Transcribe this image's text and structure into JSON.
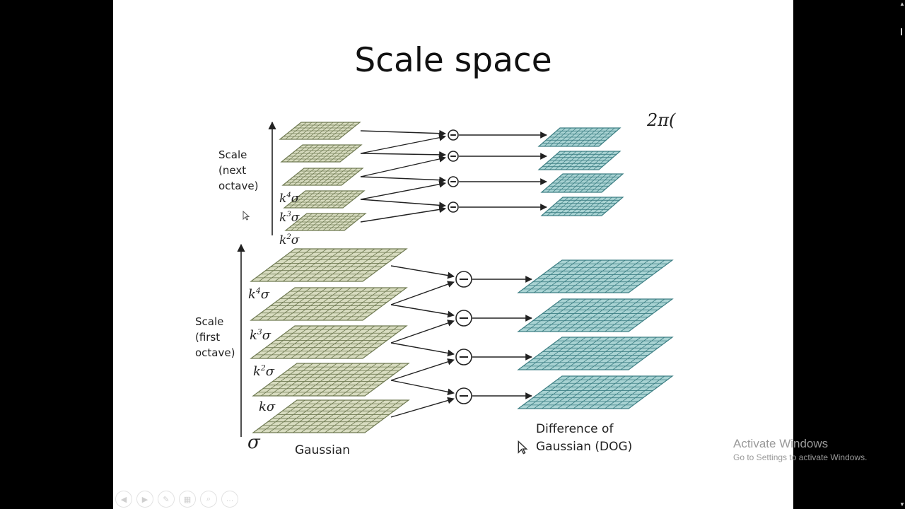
{
  "slide": {
    "title": "Scale space"
  },
  "diagram": {
    "octave_labels": {
      "next": [
        "Scale",
        "(next",
        "octave)"
      ],
      "first": [
        "Scale",
        "(first",
        "octave)"
      ]
    },
    "next_octave_scale_labels": [
      {
        "base": "k",
        "sup": "4",
        "sym": "σ"
      },
      {
        "base": "k",
        "sup": "3",
        "sym": "σ"
      },
      {
        "base": "k",
        "sup": "2",
        "sym": "σ"
      }
    ],
    "first_octave_scale_labels": [
      {
        "base": "k",
        "sup": "4",
        "sym": "σ"
      },
      {
        "base": "k",
        "sup": "3",
        "sym": "σ"
      },
      {
        "base": "k",
        "sup": "2",
        "sym": "σ"
      },
      {
        "base": "k",
        "sup": "",
        "sym": "σ"
      },
      {
        "base": "",
        "sup": "",
        "sym": "σ"
      }
    ],
    "gaussian_label": "Gaussian",
    "dog_label": [
      "Difference of",
      "Gaussian (DOG)"
    ],
    "partial_formula": "2π(",
    "operator_symbol": "−",
    "colors": {
      "gaussian_fill": "#d8dcc0",
      "gaussian_grid": "#6f7a52",
      "dog_fill": "#a9d3d3",
      "dog_grid": "#3d7f84",
      "arrow": "#222222"
    }
  },
  "watermark": {
    "title": "Activate Windows",
    "subtitle": "Go to Settings to activate Windows."
  },
  "controls": {
    "buttons": [
      {
        "name": "prev-slide-button",
        "icon": "arrow-left-icon",
        "glyph": "◀"
      },
      {
        "name": "next-slide-button",
        "icon": "arrow-right-icon",
        "glyph": "▶"
      },
      {
        "name": "pen-tool-button",
        "icon": "pen-icon",
        "glyph": "✎"
      },
      {
        "name": "slides-overview-button",
        "icon": "grid-icon",
        "glyph": "▦"
      },
      {
        "name": "zoom-button",
        "icon": "magnifier-icon",
        "glyph": "⌕"
      },
      {
        "name": "more-options-button",
        "icon": "more-icon",
        "glyph": "…"
      }
    ]
  }
}
